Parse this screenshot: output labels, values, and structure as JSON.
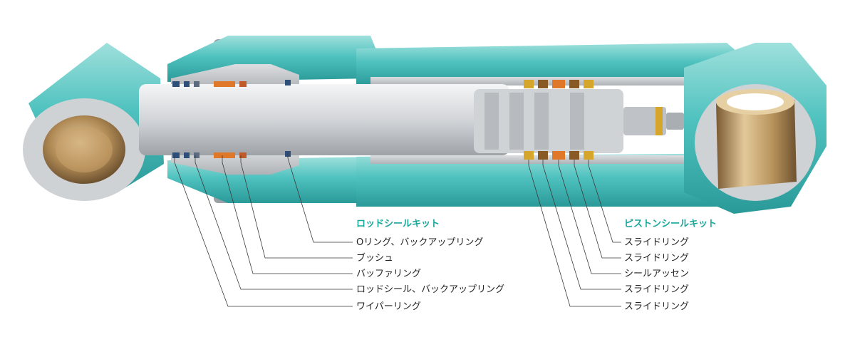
{
  "colors": {
    "housing": "#4fc2bf",
    "housing_dark": "#2a9a99",
    "cut_face": "#c8cbce",
    "rod": "#d7d9dc",
    "bushing": "#b08a55",
    "accent_title": "#1aa79a",
    "seal_orange": "#e0782a",
    "seal_gold": "#d6a62c",
    "seal_navy": "#2d4f7a"
  },
  "rod_seal_kit": {
    "title": "ロッドシールキット",
    "parts": [
      "Oリング、バックアップリング",
      "ブッシュ",
      "バッファリング",
      "ロッドシール、バックアップリング",
      "ワイパーリング"
    ]
  },
  "piston_seal_kit": {
    "title": "ピストンシールキット",
    "parts": [
      "スライドリング",
      "スライドリング",
      "シールアッセン",
      "スライドリング",
      "スライドリング"
    ]
  }
}
